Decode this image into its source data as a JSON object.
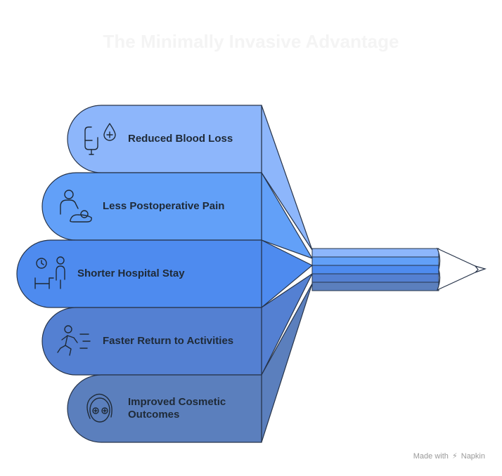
{
  "title": "The Minimally Invasive Advantage",
  "items": [
    {
      "label": "Reduced Blood Loss",
      "icon": "blood-drop-icon",
      "color": "#8db6fb"
    },
    {
      "label": "Less Postoperative Pain",
      "icon": "caregiver-icon",
      "color": "#62a0f8"
    },
    {
      "label": "Shorter Hospital Stay",
      "icon": "hospital-bed-icon",
      "color": "#4e8bef"
    },
    {
      "label": "Faster Return to Activities",
      "icon": "running-person-icon",
      "color": "#5480d2"
    },
    {
      "label": "Improved Cosmetic Outcomes",
      "icon": "face-icon",
      "color": "#5b7fbd"
    }
  ],
  "watermark": {
    "prefix": "Made with",
    "brand": "Napkin"
  }
}
